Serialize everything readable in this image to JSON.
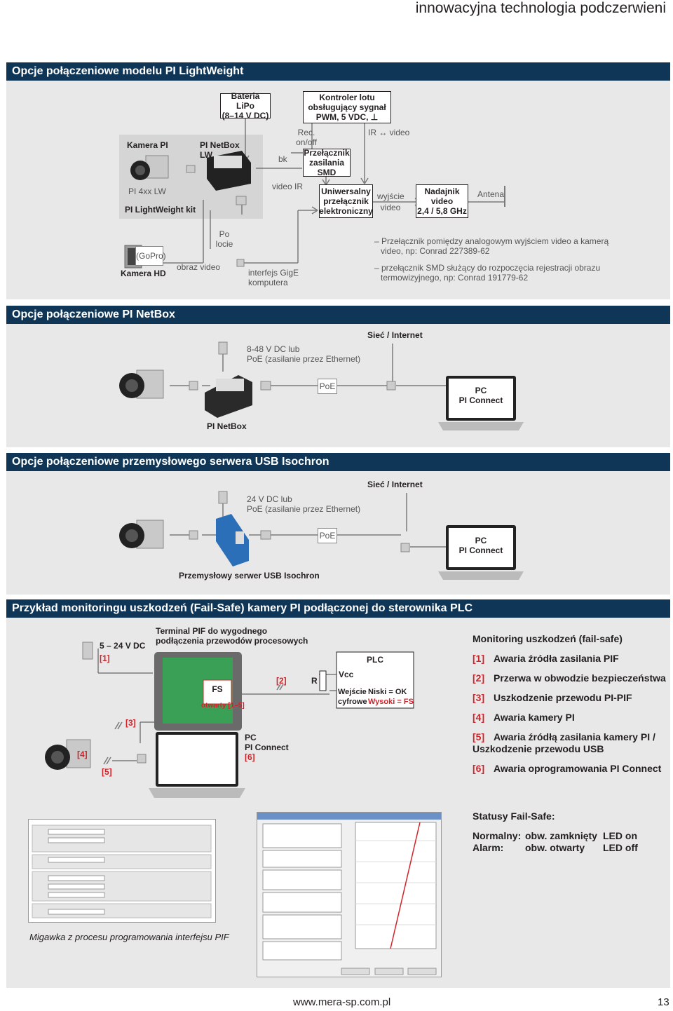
{
  "header": {
    "title": "innowacyjna technologia podczerwieni"
  },
  "section1": {
    "title": "Opcje połączeniowe modelu PI LightWeight",
    "kamera_pi": "Kamera PI",
    "pi_4xx_lw": "PI 4xx LW",
    "pi_lightweight_kit": "PI LightWeight kit",
    "pi_netbox_lw": [
      "PI NetBox",
      "LW"
    ],
    "bateria": [
      "Bateria LiPo",
      "(8–14 V DC)"
    ],
    "kontroler": [
      "Kontroler lotu",
      "obsługujący sygnał",
      "PWM, 5 VDC, ⊥"
    ],
    "rec": [
      "Rec.",
      "on/off"
    ],
    "ir_video": "IR ↔ video",
    "bk": "bk",
    "przelacznik_smd": [
      "Przełącznik",
      "zasilania",
      "SMD"
    ],
    "video_ir": "video IR",
    "uniwersalny": [
      "Uniwersalny",
      "przełącznik",
      "elektroniczny"
    ],
    "wyjscie": [
      "wyjście",
      "video"
    ],
    "nadajnik": [
      "Nadajnik",
      "video",
      "2,4 / 5,8 GHz"
    ],
    "antena": "Antena",
    "gopro": "(GoPro)",
    "kamera_hd": "Kamera HD",
    "obraz_video": "obraz video",
    "po_locie": [
      "Po",
      "locie"
    ],
    "interfejs": [
      "interfejs GigE",
      "komputera"
    ],
    "note1": [
      "– Przełącznik pomiędzy analogowym wyjściem video a kamerą",
      "video, np: Conrad 227389-62"
    ],
    "note2": [
      "– przełącznik SMD służący do rozpoczęcia rejestracji obrazu",
      "termowizyjnego, np: Conrad 191779-62"
    ]
  },
  "section2": {
    "title": "Opcje połączeniowe PI NetBox",
    "power": [
      "8-48 V DC lub",
      "PoE (zasilanie przez Ethernet)"
    ],
    "siec": "Sieć / Internet",
    "poe": "PoE",
    "pc": [
      "PC",
      "PI Connect"
    ],
    "netbox": "PI NetBox"
  },
  "section3": {
    "title": "Opcje połączeniowe przemysłowego serwera USB Isochron",
    "power": [
      "24 V DC lub",
      "PoE (zasilanie przez Ethernet)"
    ],
    "siec": "Sieć / Internet",
    "poe": "PoE",
    "pc": [
      "PC",
      "PI Connect"
    ],
    "server": "Przemysłowy serwer USB Isochron"
  },
  "section4": {
    "title": "Przykład monitoringu uszkodzeń (Fail-Safe) kamery PI podłączonej do sterownika PLC",
    "supply": "5 – 24 V DC",
    "terminal": [
      "Terminal PIF do wygodnego",
      "podłączenia przewodów procesowych"
    ],
    "fs": "FS",
    "otwarty": "otwarty [1–5]",
    "plc": "PLC",
    "vcc": "Vcc",
    "r": "R",
    "wejscie": [
      "Wejście",
      "cyfrowe"
    ],
    "niski": "Niski = OK",
    "wysoki": "Wysoki = FS",
    "pc": [
      "PC",
      "PI Connect",
      "[6]"
    ],
    "marks": {
      "m1": "[1]",
      "m2": "[2]",
      "m3": "[3]",
      "m4": "[4]",
      "m5": "[5]"
    },
    "monitoring_title": "Monitoring uszkodzeń (fail-safe)",
    "items": [
      {
        "n": "[1]",
        "text": "Awaria źródła zasilania PIF"
      },
      {
        "n": "[2]",
        "text": "Przerwa w obwodzie bezpieczeństwa"
      },
      {
        "n": "[3]",
        "text": "Uszkodzenie przewodu PI-PIF"
      },
      {
        "n": "[4]",
        "text": "Awaria kamery PI"
      },
      {
        "n": "[5]",
        "text": "Awaria źródłą zasilania kamery PI /"
      },
      {
        "n": "",
        "text": "Uszkodzenie przewodu USB"
      },
      {
        "n": "[6]",
        "text": "Awaria oprogramowania PI Connect"
      }
    ],
    "statusy_title": "Statusy Fail-Safe:",
    "statusy": [
      {
        "a": "Normalny:",
        "b": "obw. zamknięty",
        "c": "LED on"
      },
      {
        "a": "Alarm:",
        "b": "obw. otwarty",
        "c": "LED off"
      }
    ],
    "caption": "Migawka z procesu programowania interfejsu PIF"
  },
  "footer": {
    "url": "www.mera-sp.com.pl",
    "page": "13"
  },
  "colors": {
    "band": "#0f3656",
    "panel": "#e8e8e9",
    "red": "#d2232a"
  }
}
